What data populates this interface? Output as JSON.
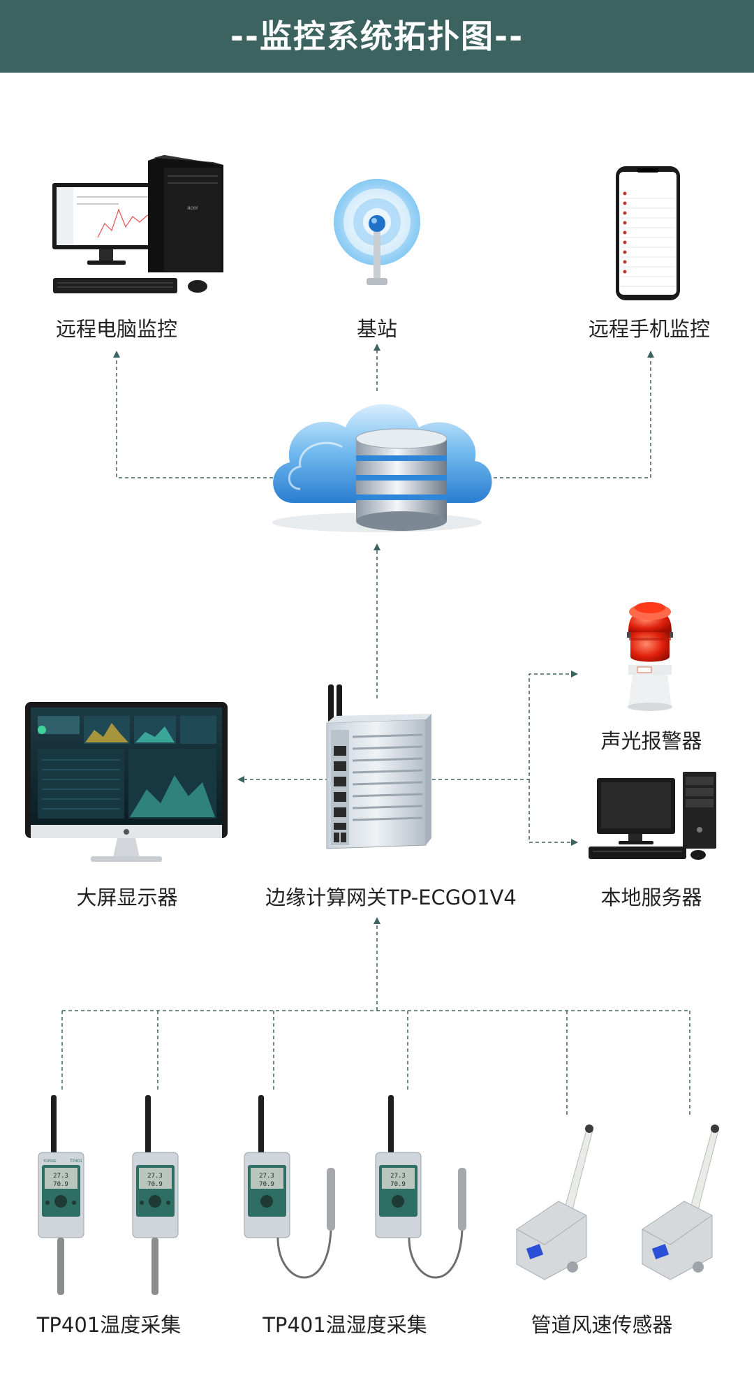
{
  "header": {
    "title": "--监控系统拓扑图--"
  },
  "colors": {
    "banner": "#3d6360",
    "connector": "#3d6360",
    "text": "#222222"
  },
  "nodes": {
    "remote_pc": {
      "label": "远程电脑监控",
      "icon": "desktop-computer-icon"
    },
    "base_station": {
      "label": "基站",
      "icon": "wireless-base-station-icon"
    },
    "remote_phone": {
      "label": "远程手机监控",
      "icon": "smartphone-icon"
    },
    "cloud": {
      "icon": "cloud-database-icon"
    },
    "alarm": {
      "label": "声光报警器",
      "icon": "alarm-light-icon"
    },
    "big_screen": {
      "label": "大屏显示器",
      "icon": "large-screen-monitor-icon"
    },
    "gateway": {
      "label": "边缘计算网关TP-ECGO1V4",
      "icon": "edge-gateway-icon"
    },
    "local_server": {
      "label": "本地服务器",
      "icon": "local-server-icon"
    },
    "temp_collector": {
      "label": "TP401温度采集",
      "icon": "temperature-logger-icon"
    },
    "temp_humidity_collector": {
      "label": "TP401温湿度采集",
      "icon": "temperature-humidity-logger-icon"
    },
    "duct_sensor": {
      "label": "管道风速传感器",
      "icon": "duct-air-speed-sensor-icon"
    }
  },
  "device_screen": {
    "brand": "TOPRIE",
    "model": "TP401",
    "temp": "27.3",
    "humidity": "70.9"
  }
}
